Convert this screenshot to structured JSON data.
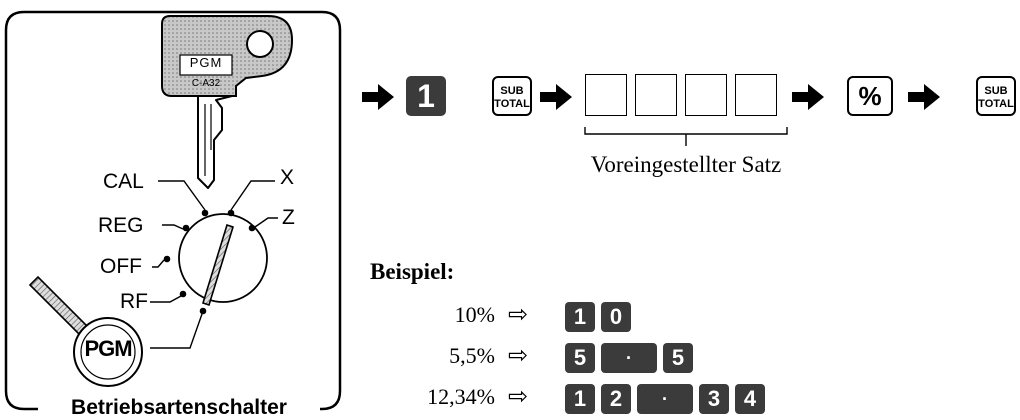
{
  "mode_switch": {
    "title": "Betriebsartenschalter",
    "key_text": "PGM",
    "key_model": "C-A32",
    "positions": [
      "CAL",
      "X",
      "REG",
      "Z",
      "OFF",
      "RF"
    ],
    "lens_label": "PGM"
  },
  "sequence": {
    "step1_key": "1",
    "subtotal_key": [
      "SUB",
      "TOTAL"
    ],
    "preset_label": "Voreingestellter Satz",
    "percent_key": "%",
    "final_key": [
      "SUB",
      "TOTAL"
    ]
  },
  "examples": {
    "heading": "Beispiel:",
    "rows": [
      {
        "value": "10%",
        "keys": [
          "1",
          "0"
        ]
      },
      {
        "value": "5,5%",
        "keys": [
          "5",
          "·",
          "5"
        ]
      },
      {
        "value": "12,34%",
        "keys": [
          "1",
          "2",
          "·",
          "3",
          "4"
        ]
      }
    ]
  }
}
